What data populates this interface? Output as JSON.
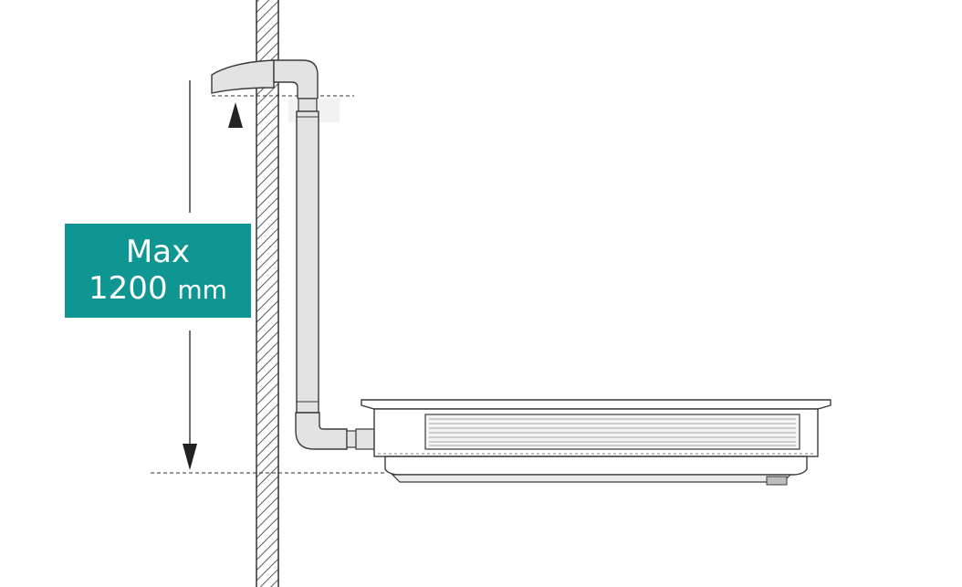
{
  "label": {
    "line1": "Max",
    "value": "1200",
    "unit": "mm"
  },
  "colors": {
    "accent": "#0f9693",
    "pipe": "#e3e3e3",
    "stroke": "#3a3a3a",
    "unit_panel": "#f2f2f2"
  },
  "icons": [
    "up-arrow-icon",
    "down-arrow-icon"
  ]
}
